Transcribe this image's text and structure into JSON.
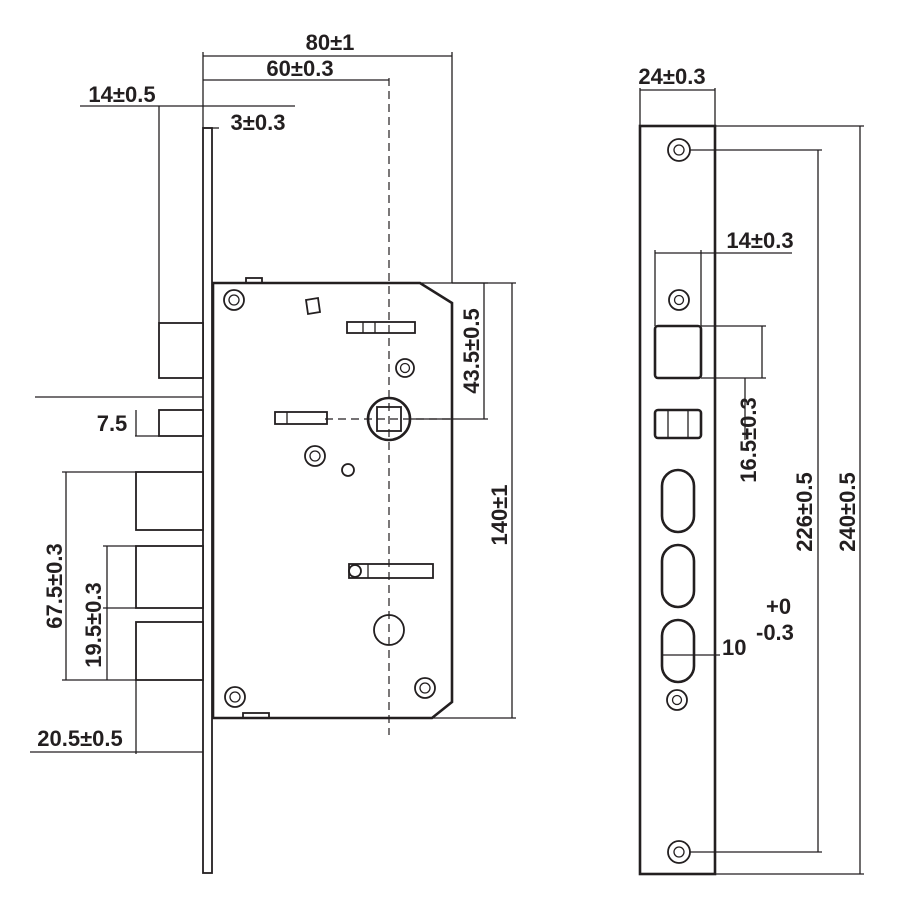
{
  "diagram": {
    "colors": {
      "line": "#231f20",
      "background": "#ffffff"
    },
    "side_view_dimensions": {
      "overall_width": "80±1",
      "to_center": "60±0.3",
      "latch_projection": "14±0.5",
      "faceplate_thickness": "3±0.3",
      "backset_height": "43.5±0.5",
      "case_height": "140±1",
      "deadbolt_thickness": "7.5",
      "bolt_span": "67.5±0.3",
      "bolt_pitch": "19.5±0.3",
      "bolt_projection": "20.5±0.5"
    },
    "front_view_dimensions": {
      "faceplate_width": "24±0.3",
      "latch_width": "14±0.3",
      "latch_height": "16.5±0.3",
      "screw_pitch": "226±0.5",
      "faceplate_length": "240±0.5",
      "slot_width_base": "10",
      "slot_tol_plus": "+0",
      "slot_tol_minus": "-0.3"
    }
  }
}
